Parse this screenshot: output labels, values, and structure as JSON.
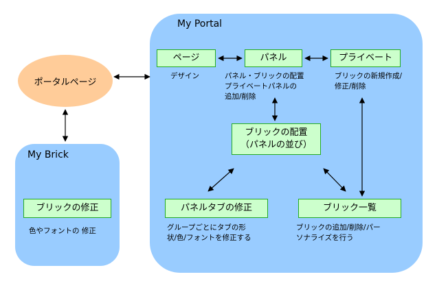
{
  "portal_panel": {
    "title": "My Portal"
  },
  "brick_panel": {
    "title": "My Brick"
  },
  "portal_page": {
    "label": "ポータルページ"
  },
  "nodes": {
    "page": {
      "label": "ページ",
      "note": "デザイン"
    },
    "panel": {
      "label": "パネル",
      "note_lines": [
        "パネル・ブリックの配置",
        "プライベートパネルの",
        "追加/削除"
      ]
    },
    "private": {
      "label": "プライベート",
      "note_lines": [
        "ブリックの新規作成/",
        "修正/削除"
      ]
    },
    "brick_layout": {
      "label_lines": [
        "ブリックの配置",
        "（パネルの並び）"
      ]
    },
    "panel_tab_edit": {
      "label": "パネルタブの修正",
      "note_lines": [
        "グループごとにタブの形",
        "状/色/フォントを修正する"
      ]
    },
    "brick_list": {
      "label": "ブリック一覧",
      "note_lines": [
        "ブリックの追加/削除/パー",
        "ソナライズを行う"
      ]
    },
    "brick_edit": {
      "label": "ブリックの修正",
      "note": "色やフォントの 修正"
    }
  },
  "colors": {
    "panel_fill": "#99ccff",
    "node_fill": "#ccffcc",
    "node_border": "#22aa22",
    "ellipse_fill": "#ffcc99",
    "arrow": "#000000"
  }
}
